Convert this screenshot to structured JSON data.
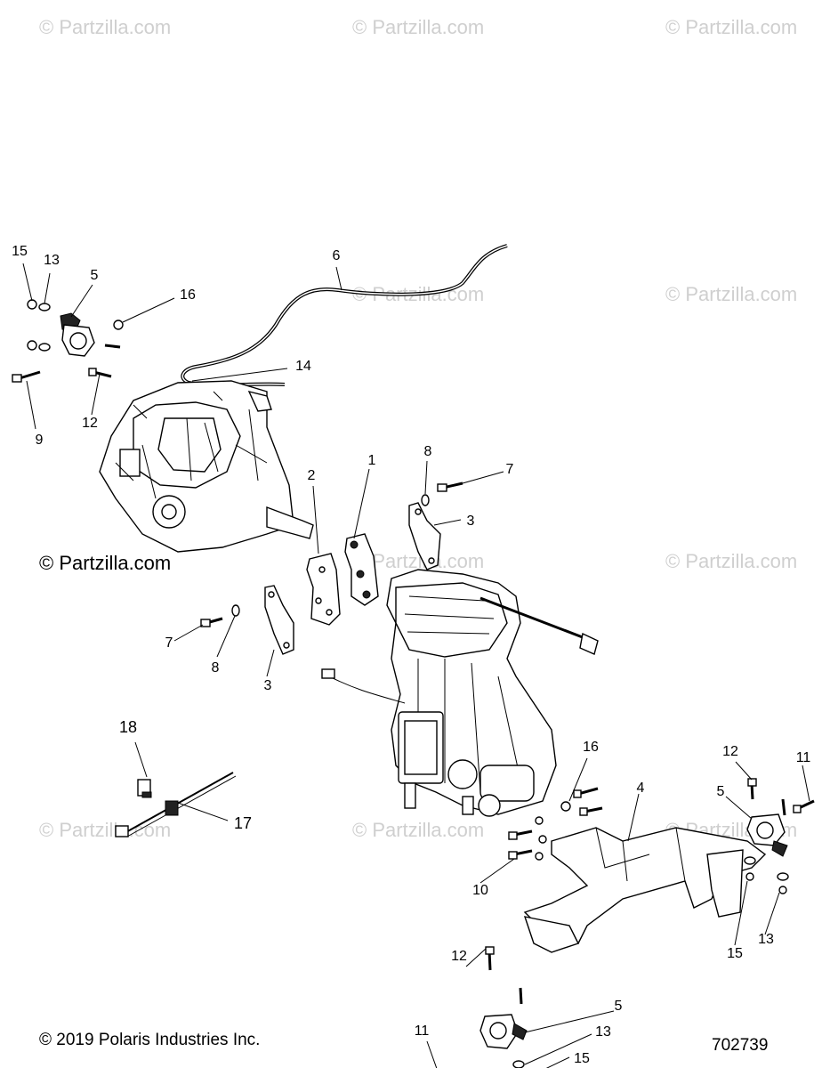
{
  "watermarks": [
    "© Partzilla.com",
    "© Partzilla.com",
    "© Partzilla.com",
    "© Partzilla.com",
    "© Partzilla.com",
    "© Partzilla.com",
    "© Partzilla.com",
    "© Partzilla.com",
    "© Partzilla.com",
    "© Partzilla.com"
  ],
  "main_watermark": "© Partzilla.com",
  "callouts": [
    "15",
    "13",
    "5",
    "16",
    "6",
    "14",
    "9",
    "12",
    "2",
    "1",
    "8",
    "7",
    "3",
    "7",
    "8",
    "3",
    "18",
    "17",
    "16",
    "4",
    "12",
    "11",
    "5",
    "10",
    "15",
    "13",
    "12",
    "5",
    "11",
    "13",
    "15"
  ],
  "copyright": "© 2019 Polaris Industries Inc.",
  "diagram_number": "702739"
}
